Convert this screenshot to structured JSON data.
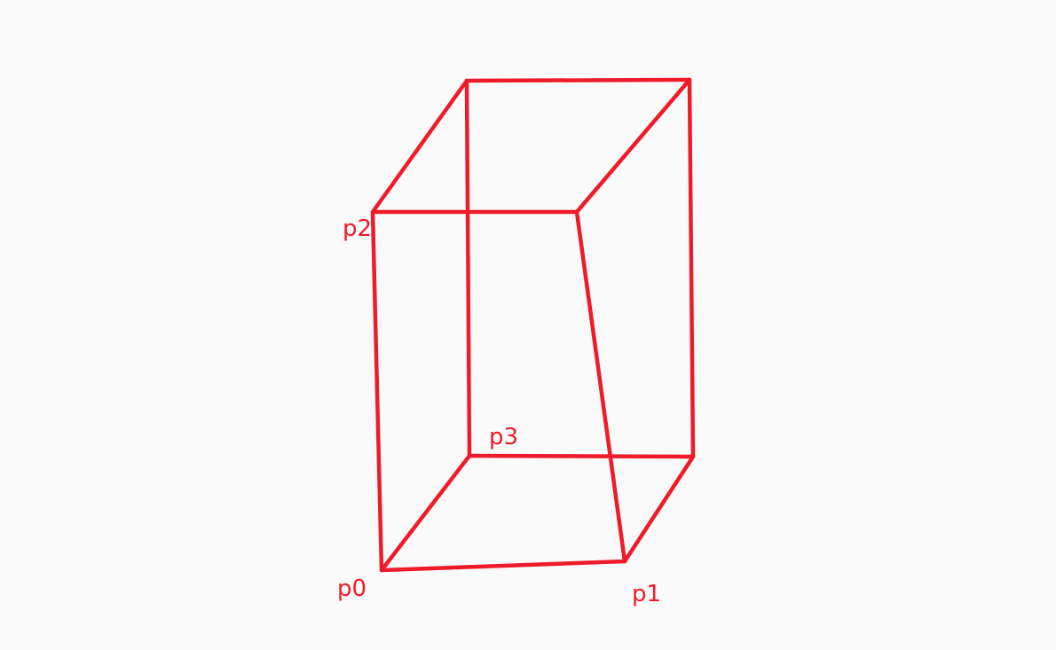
{
  "diagram": {
    "stroke_color": "#ee1c2a",
    "background_color": "#fafafa",
    "labels": {
      "p0": "p0",
      "p1": "p1",
      "p2": "p2",
      "p3": "p3"
    }
  }
}
